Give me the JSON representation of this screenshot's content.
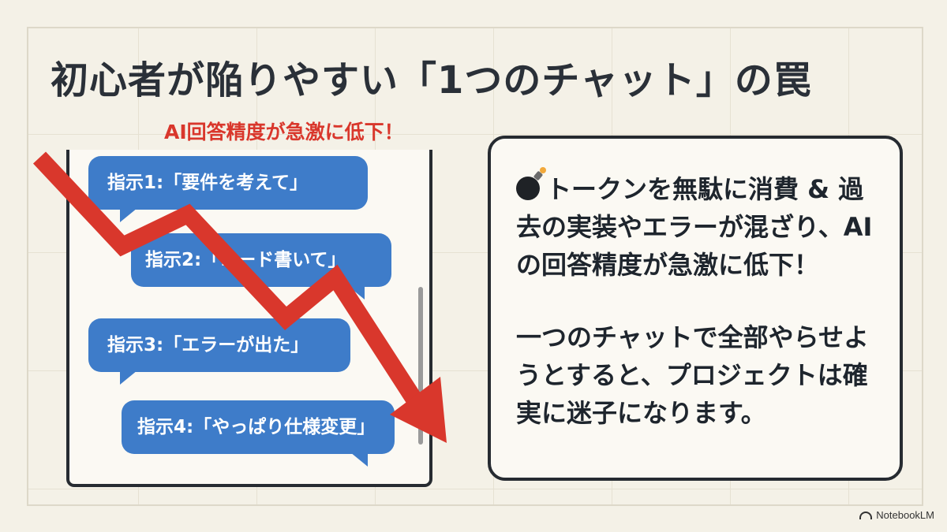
{
  "slide": {
    "title": "初心者が陥りやすい「1つのチャット」の罠",
    "drop_label": "AI回答精度が急激に低下！"
  },
  "chat": {
    "bubbles": [
      {
        "text": "指示1:「要件を考えて」"
      },
      {
        "text": "指示2:「コード書いて」"
      },
      {
        "text": "指示3:「エラーが出た」"
      },
      {
        "text": "指示4:「やっぱり仕様変更」"
      }
    ]
  },
  "info": {
    "icon": "bomb-icon",
    "paragraph1": "トークンを無駄に消費 & 過去の実装やエラーが混ざり、AI の回答精度が急激に低下！",
    "paragraph2": "一つのチャットで全部やらせようとすると、プロジェクトは確実に迷子になります。"
  },
  "brand": {
    "label": "NotebookLM"
  },
  "colors": {
    "background": "#f4f1e7",
    "bubble": "#3e7cc9",
    "arrow": "#d9372c",
    "text": "#1f2933"
  }
}
